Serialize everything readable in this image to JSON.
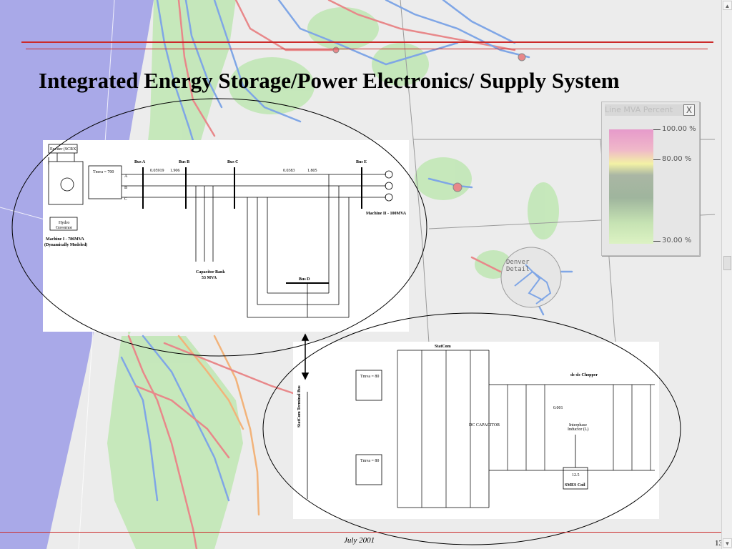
{
  "slide": {
    "title": "Integrated Energy Storage/Power Electronics/ Supply System",
    "footer_date": "July 2001",
    "page_number": "13"
  },
  "legend": {
    "title": "Line MVA Percent",
    "close_label": "X",
    "labels": [
      "100.00 %",
      "80.00 %",
      "30.00 %"
    ]
  },
  "map": {
    "inset_label_line1": "Denver",
    "inset_label_line2": "Detail"
  },
  "diagram_a": {
    "buses": [
      "Bus A",
      "Bus B",
      "Bus C",
      "Bus E",
      "Bus D"
    ],
    "exciter_label": "Exciter (SCRX)",
    "machine1_label_line1": "Machine I - 786MVA",
    "machine1_label_line2": "(Dynamically Modeled)",
    "machine2_label": "Machine II - 100MVA",
    "capbank_line1": "Capacitor Bank",
    "capbank_line2": "53 MVA",
    "hydro_line1": "Hydro",
    "hydro_line2": "Governor",
    "line_value_1a": "0.05919",
    "line_value_1b": "1.906",
    "line_value_2a": "0.0383",
    "line_value_2b": "1.805",
    "transformer_label": "Tmva = 700",
    "phase_labels": [
      "A",
      "B",
      "C"
    ]
  },
  "diagram_b": {
    "statcom_label": "StatCom",
    "chopper_label": "dc-dc Chopper",
    "smes_label": "SMES Coil",
    "terminal_bus_label": "StatCom Terminal Bus",
    "dc_capacitor_label": "DC CAPACITOR",
    "transformer_label": "Tmva = 80",
    "interphase_label_line1": "Interphase",
    "interphase_label_line2": "Inductor (L)",
    "inductance_value": "0.001",
    "coil_value": "12.5"
  },
  "colors": {
    "title_rule": "#cc2a2a",
    "map_background": "#ececec",
    "ocean": "#a9a9e8",
    "line_blue": "#7fa6e6",
    "line_red": "#e8888a",
    "line_orange": "#f2b37a",
    "terrain_green": "#b9e4ad"
  }
}
